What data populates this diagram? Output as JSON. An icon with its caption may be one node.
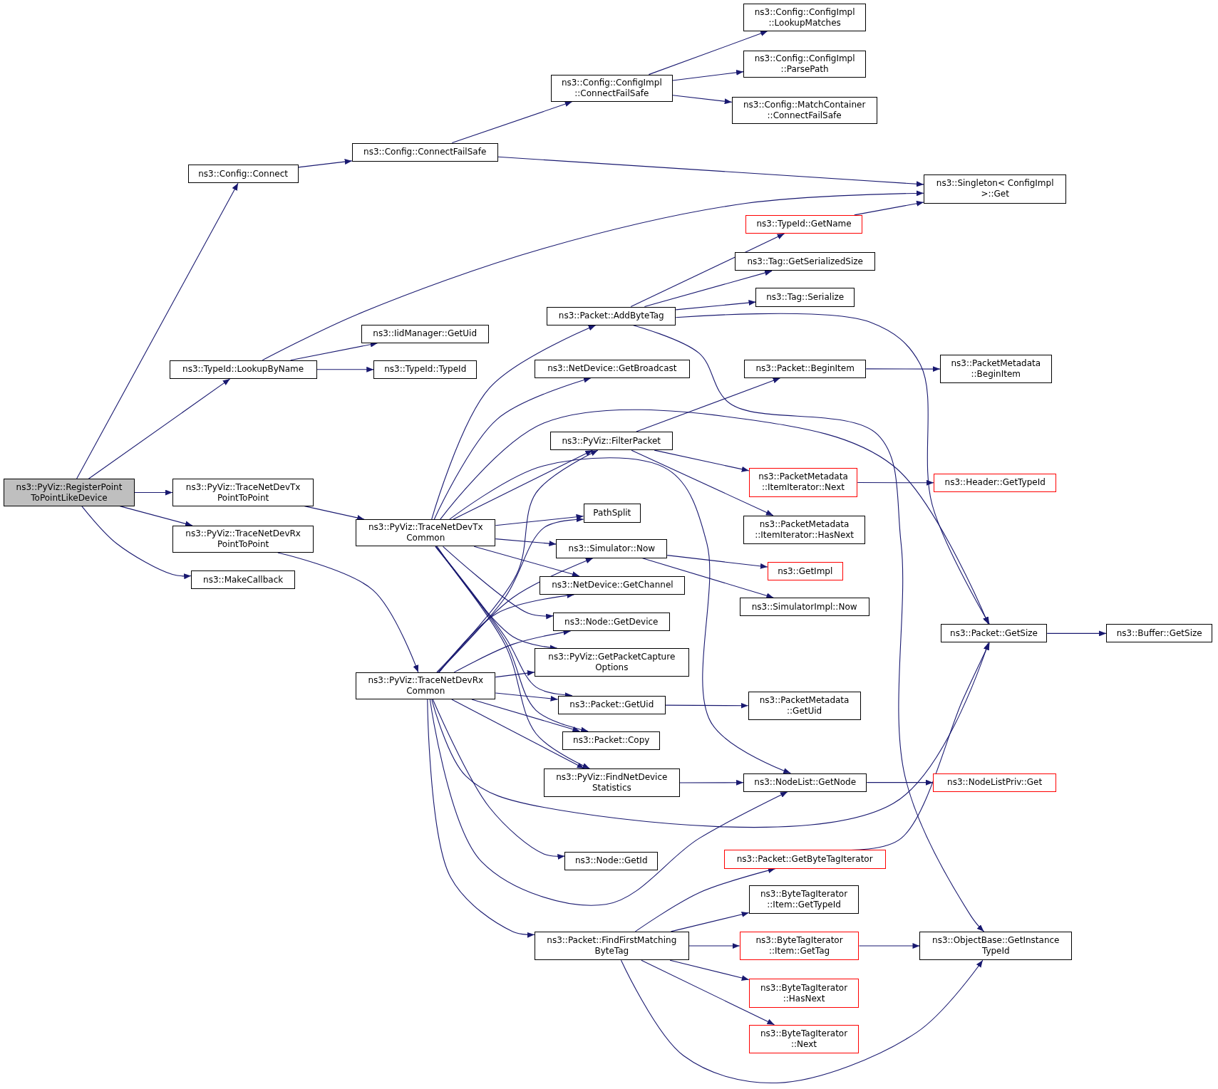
{
  "diagram": {
    "nodes": [
      {
        "text": [
          "ns3::PyViz::RegisterPoint ToPointLikeDevice"
        ]
      },
      {
        "text": [
          "ns3::Config::Connect"
        ]
      },
      {
        "text": [
          "ns3::TypeId::LookupByName"
        ]
      },
      {
        "text": [
          "ns3::PyViz::TraceNetDevTx PointToPoint"
        ]
      },
      {
        "text": [
          "ns3::PyViz::TraceNetDevRx PointToPoint"
        ]
      },
      {
        "text": [
          "ns3::MakeCallback"
        ]
      },
      {
        "text": [
          "ns3::Config::ConnectFailSafe"
        ]
      },
      {
        "text": [
          "ns3::Config::ConfigImpl ::ConnectFailSafe"
        ]
      },
      {
        "text": [
          "ns3::Config::ConfigImpl ::LookupMatches"
        ]
      },
      {
        "text": [
          "ns3::Config::ConfigImpl ::ParsePath"
        ]
      },
      {
        "text": [
          "ns3::Config::MatchContainer ::ConnectFailSafe"
        ]
      },
      {
        "text": [
          "ns3::Singleton< ConfigImpl >::Get"
        ]
      },
      {
        "text": [
          "ns3::IidManager::GetUid"
        ]
      },
      {
        "text": [
          "ns3::TypeId::TypeId"
        ]
      },
      {
        "text": [
          "ns3::PyViz::TraceNetDevTx Common"
        ]
      },
      {
        "text": [
          "ns3::PyViz::TraceNetDevRx Common"
        ]
      },
      {
        "text": [
          "ns3::TypeId::GetName"
        ]
      },
      {
        "text": [
          "ns3::Tag::GetSerializedSize"
        ]
      },
      {
        "text": [
          "ns3::Tag::Serialize"
        ]
      },
      {
        "text": [
          "ns3::Packet::AddByteTag"
        ]
      },
      {
        "text": [
          "ns3::NetDevice::GetBroadcast"
        ]
      },
      {
        "text": [
          "ns3::Packet::BeginItem"
        ]
      },
      {
        "text": [
          "ns3::PacketMetadata ::BeginItem"
        ]
      },
      {
        "text": [
          "ns3::PyViz::FilterPacket"
        ]
      },
      {
        "text": [
          "ns3::PacketMetadata ::ItemIterator::Next"
        ]
      },
      {
        "text": [
          "ns3::Header::GetTypeId"
        ]
      },
      {
        "text": [
          "PathSplit"
        ]
      },
      {
        "text": [
          "ns3::PacketMetadata ::ItemIterator::HasNext"
        ]
      },
      {
        "text": [
          "ns3::Simulator::Now"
        ]
      },
      {
        "text": [
          "ns3::GetImpl"
        ]
      },
      {
        "text": [
          "ns3::NetDevice::GetChannel"
        ]
      },
      {
        "text": [
          "ns3::SimulatorImpl::Now"
        ]
      },
      {
        "text": [
          "ns3::Node::GetDevice"
        ]
      },
      {
        "text": [
          "ns3::Packet::GetSize"
        ]
      },
      {
        "text": [
          "ns3::Buffer::GetSize"
        ]
      },
      {
        "text": [
          "ns3::PyViz::GetPacketCapture Options"
        ]
      },
      {
        "text": [
          "ns3::Packet::GetUid"
        ]
      },
      {
        "text": [
          "ns3::PacketMetadata ::GetUid"
        ]
      },
      {
        "text": [
          "ns3::Packet::Copy"
        ]
      },
      {
        "text": [
          "ns3::PyViz::FindNetDevice Statistics"
        ]
      },
      {
        "text": [
          "ns3::NodeList::GetNode"
        ]
      },
      {
        "text": [
          "ns3::NodeListPriv::Get"
        ]
      },
      {
        "text": [
          "ns3::Node::GetId"
        ]
      },
      {
        "text": [
          "ns3::Packet::GetByteTagIterator"
        ]
      },
      {
        "text": [
          "ns3::ByteTagIterator ::Item::GetTypeId"
        ]
      },
      {
        "text": [
          "ns3::Packet::FindFirstMatching ByteTag"
        ]
      },
      {
        "text": [
          "ns3::ByteTagIterator ::Item::GetTag"
        ]
      },
      {
        "text": [
          "ns3::ObjectBase::GetInstance TypeId"
        ]
      },
      {
        "text": [
          "ns3::ByteTagIterator ::HasNext"
        ]
      },
      {
        "text": [
          "ns3::ByteTagIterator ::Next"
        ]
      }
    ],
    "edges": [
      {
        "from": 0,
        "to": 1,
        "arrow": "to"
      },
      {
        "from": 0,
        "to": 2,
        "arrow": "to"
      },
      {
        "from": 0,
        "to": 3,
        "arrow": "to"
      },
      {
        "from": 0,
        "to": 4,
        "arrow": "to"
      },
      {
        "from": 0,
        "to": 5,
        "arrow": "to"
      },
      {
        "from": 1,
        "to": 6,
        "arrow": "to"
      },
      {
        "from": 2,
        "to": 11,
        "arrow": "to"
      },
      {
        "from": 2,
        "to": 12,
        "arrow": "to"
      },
      {
        "from": 2,
        "to": 13,
        "arrow": "to"
      },
      {
        "from": 3,
        "to": 14,
        "arrow": "to"
      },
      {
        "from": 4,
        "to": 15,
        "arrow": "to"
      },
      {
        "from": 6,
        "to": 7,
        "arrow": "to"
      },
      {
        "from": 6,
        "to": 11,
        "arrow": "to"
      },
      {
        "from": 7,
        "to": 8,
        "arrow": "to"
      },
      {
        "from": 7,
        "to": 9,
        "arrow": "to"
      },
      {
        "from": 7,
        "to": 10,
        "arrow": "to"
      },
      {
        "from": 16,
        "to": 11,
        "arrow": "to"
      },
      {
        "from": 14,
        "to": 19,
        "arrow": "to"
      },
      {
        "from": 14,
        "to": 20,
        "arrow": "to"
      },
      {
        "from": 14,
        "to": 33,
        "arrow": "to"
      },
      {
        "from": 14,
        "to": 23,
        "arrow": "to"
      },
      {
        "from": 14,
        "to": 40,
        "arrow": "to"
      },
      {
        "from": 14,
        "to": 26,
        "arrow": "to"
      },
      {
        "from": 14,
        "to": 28,
        "arrow": "to"
      },
      {
        "from": 14,
        "to": 30,
        "arrow": "to"
      },
      {
        "from": 14,
        "to": 32,
        "arrow": "to"
      },
      {
        "from": 14,
        "to": 35,
        "arrow": "to"
      },
      {
        "from": 14,
        "to": 36,
        "arrow": "to"
      },
      {
        "from": 14,
        "to": 38,
        "arrow": "to"
      },
      {
        "from": 14,
        "to": 39,
        "arrow": "to"
      },
      {
        "from": 15,
        "to": 23,
        "arrow": "to"
      },
      {
        "from": 15,
        "to": 26,
        "arrow": "to"
      },
      {
        "from": 15,
        "to": 28,
        "arrow": "to"
      },
      {
        "from": 15,
        "to": 30,
        "arrow": "to"
      },
      {
        "from": 15,
        "to": 32,
        "arrow": "to"
      },
      {
        "from": 15,
        "to": 35,
        "arrow": "to"
      },
      {
        "from": 15,
        "to": 36,
        "arrow": "to"
      },
      {
        "from": 15,
        "to": 38,
        "arrow": "to"
      },
      {
        "from": 15,
        "to": 39,
        "arrow": "to"
      },
      {
        "from": 15,
        "to": 33,
        "arrow": "to"
      },
      {
        "from": 15,
        "to": 42,
        "arrow": "to"
      },
      {
        "from": 15,
        "to": 40,
        "arrow": "to"
      },
      {
        "from": 15,
        "to": 45,
        "arrow": "to"
      },
      {
        "from": 19,
        "to": 16,
        "arrow": "to"
      },
      {
        "from": 19,
        "to": 17,
        "arrow": "to"
      },
      {
        "from": 19,
        "to": 18,
        "arrow": "to"
      },
      {
        "from": 19,
        "to": 33,
        "arrow": "to"
      },
      {
        "from": 19,
        "to": 47,
        "arrow": "to"
      },
      {
        "from": 23,
        "to": 21,
        "arrow": "to"
      },
      {
        "from": 23,
        "to": 24,
        "arrow": "to"
      },
      {
        "from": 23,
        "to": 27,
        "arrow": "to"
      },
      {
        "from": 21,
        "to": 22,
        "arrow": "to"
      },
      {
        "from": 24,
        "to": 25,
        "arrow": "to"
      },
      {
        "from": 28,
        "to": 29,
        "arrow": "to"
      },
      {
        "from": 28,
        "to": 31,
        "arrow": "to"
      },
      {
        "from": 33,
        "to": 34,
        "arrow": "to"
      },
      {
        "from": 36,
        "to": 37,
        "arrow": "to"
      },
      {
        "from": 39,
        "to": 40,
        "arrow": "to"
      },
      {
        "from": 40,
        "to": 41,
        "arrow": "to"
      },
      {
        "from": 43,
        "to": 33,
        "arrow": "to"
      },
      {
        "from": 45,
        "to": 43,
        "arrow": "to"
      },
      {
        "from": 45,
        "to": 44,
        "arrow": "to"
      },
      {
        "from": 45,
        "to": 46,
        "arrow": "to"
      },
      {
        "from": 45,
        "to": 48,
        "arrow": "to"
      },
      {
        "from": 45,
        "to": 49,
        "arrow": "to"
      },
      {
        "from": 45,
        "to": 47,
        "arrow": "to"
      },
      {
        "from": 46,
        "to": 47,
        "arrow": "to"
      }
    ]
  }
}
